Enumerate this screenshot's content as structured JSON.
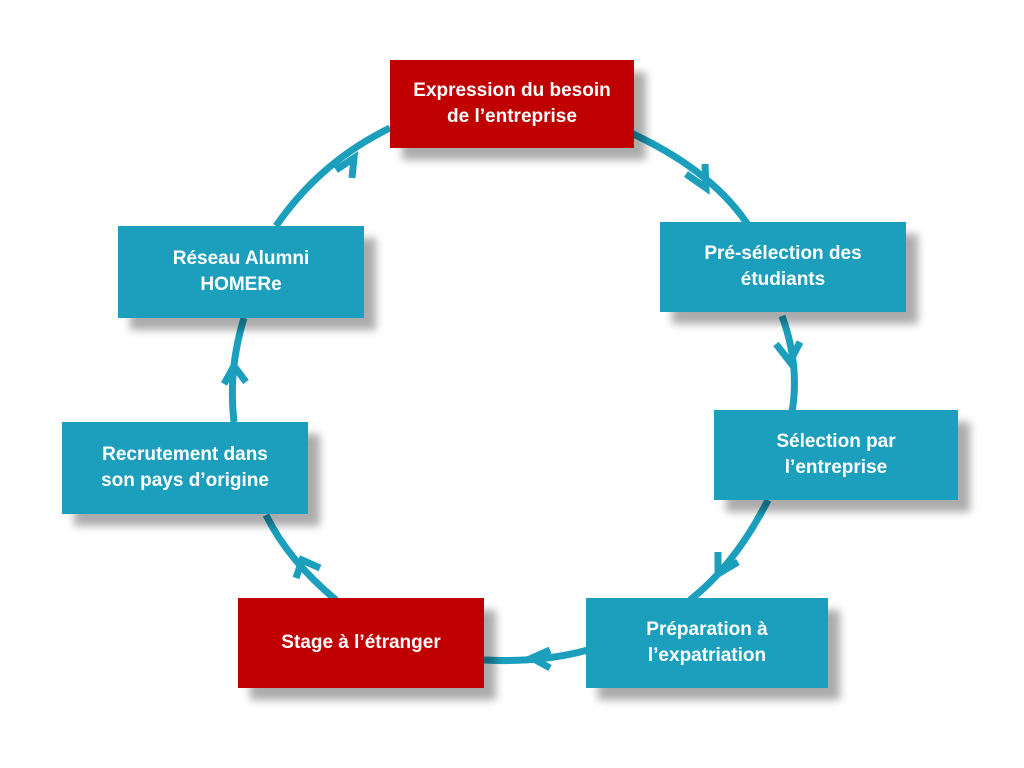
{
  "colors": {
    "accent_red": "#C00000",
    "step_teal": "#1B9FBC",
    "arrow": "#1B9FBC",
    "text": "#FFFFFF"
  },
  "steps": [
    {
      "label": "Expression du besoin\nde l’entreprise",
      "color": "#C00000"
    },
    {
      "label": "Pré-sélection des\nétudiants",
      "color": "#1B9FBC"
    },
    {
      "label": "Sélection par\nl’entreprise",
      "color": "#1B9FBC"
    },
    {
      "label": "Préparation à\nl’expatriation",
      "color": "#1B9FBC"
    },
    {
      "label": "Stage à l’étranger",
      "color": "#C00000"
    },
    {
      "label": "Recrutement dans\nson pays d’origine",
      "color": "#1B9FBC"
    },
    {
      "label": "Réseau Alumni\nHOMERe",
      "color": "#1B9FBC"
    }
  ]
}
